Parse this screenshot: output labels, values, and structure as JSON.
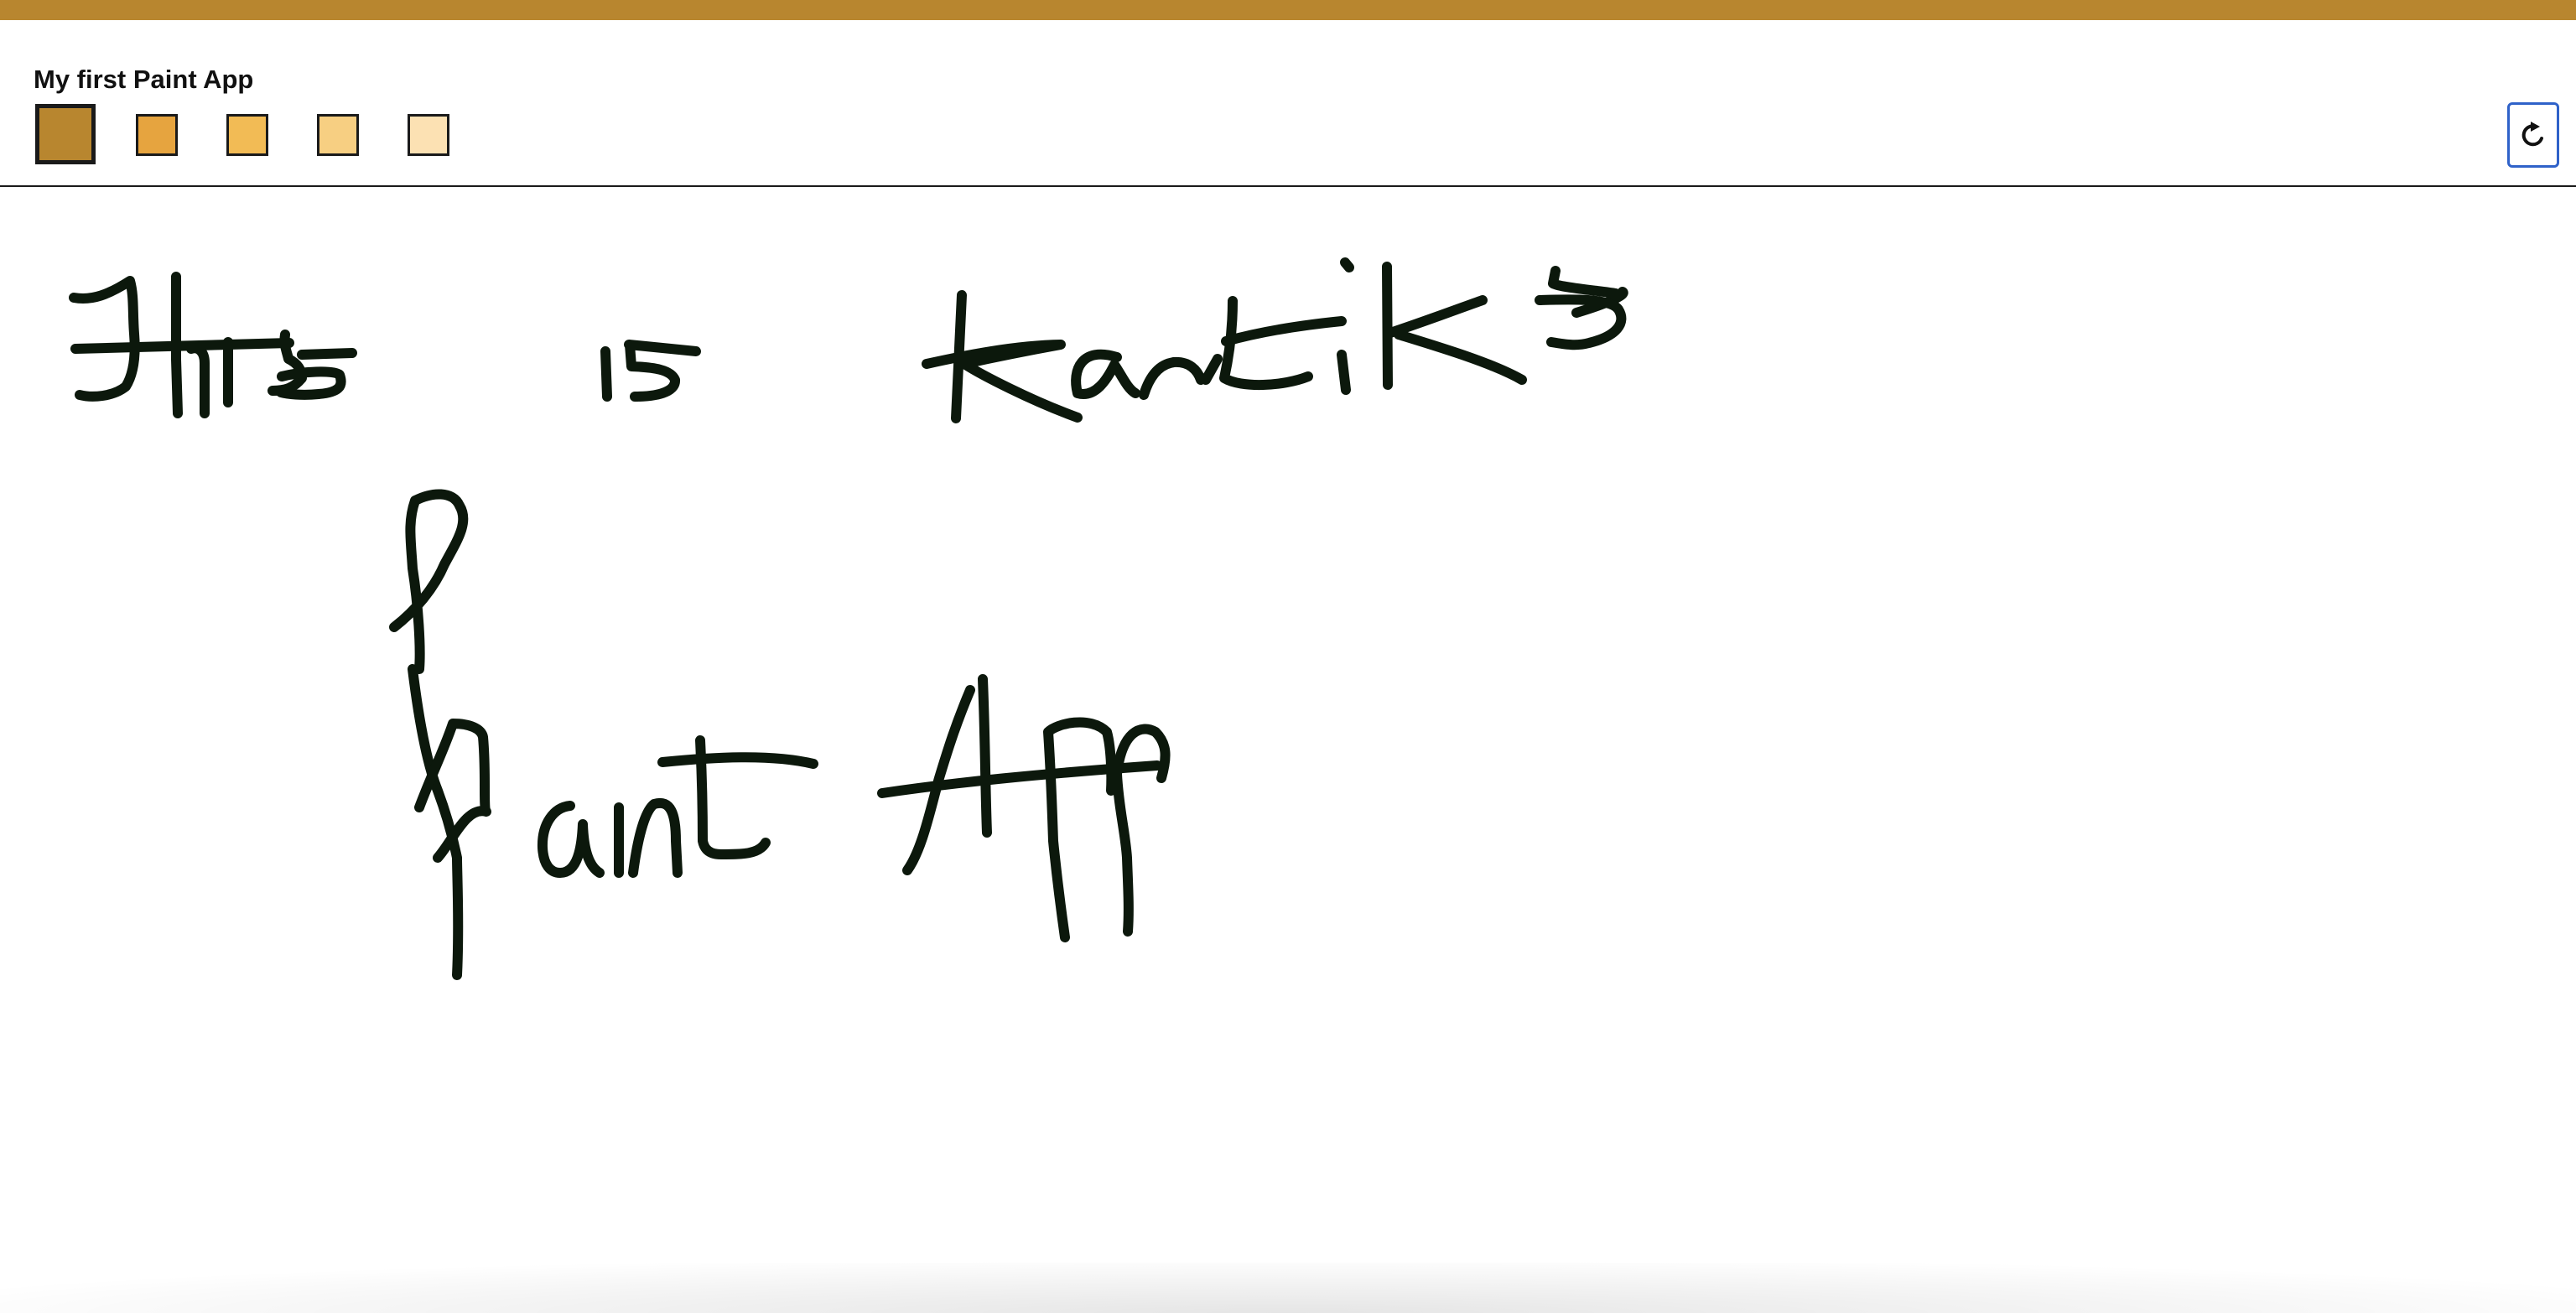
{
  "app": {
    "title": "My first Paint App",
    "accent_color": "#b8862f"
  },
  "palette": {
    "selected_index": 0,
    "colors": [
      "#b8862f",
      "#e6a43f",
      "#f2bb55",
      "#f7cf82",
      "#fce1b3"
    ]
  },
  "toolbar": {
    "clear_icon": "refresh-icon"
  },
  "canvas": {
    "background": "#ffffff",
    "stroke_color": "#0c180c",
    "drawn_text": "This is Kartik's Paint App"
  }
}
